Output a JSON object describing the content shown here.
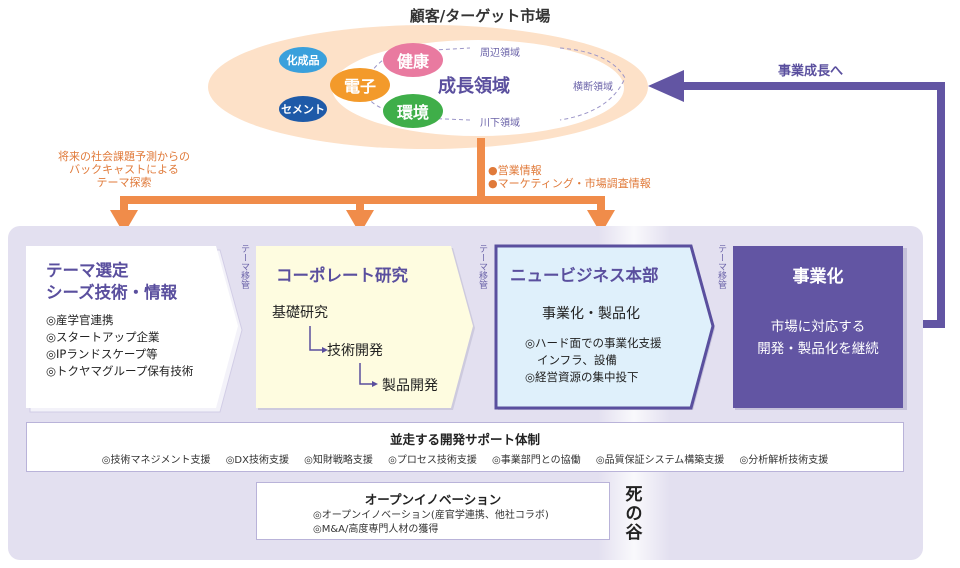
{
  "market": {
    "title": "顧客/ターゲット市場",
    "existing_businesses": [
      {
        "label": "化成品",
        "color": "#3aa0dc"
      },
      {
        "label": "セメント",
        "color": "#1e5aa8"
      }
    ],
    "growth_fields": [
      {
        "label": "健康",
        "color": "#e97aa0"
      },
      {
        "label": "電子",
        "color": "#f39a2b"
      },
      {
        "label": "環境",
        "color": "#3fae49"
      }
    ],
    "growth_area_label": "成長領域",
    "peripheral_label": "周辺領域",
    "cross_label": "横断領域",
    "downstream_label": "川下領域"
  },
  "flows": {
    "backcast_text": [
      "将来の社会課題予測からの",
      "バックキャストによる",
      "テーマ探索"
    ],
    "info_items": [
      "●営業情報",
      "●マーケティング・市場調査情報"
    ],
    "growth_return_label": "事業成長へ",
    "orange": "#f08c4a",
    "purple": "#6255a3"
  },
  "stages": [
    {
      "title_lines": [
        "テーマ選定",
        "シーズ技術・情報"
      ],
      "items": [
        "◎産学官連携",
        "◎スタートアップ企業",
        "◎IPランドスケープ等",
        "◎トクヤマグループ保有技術"
      ]
    },
    {
      "title": "コーポレート研究",
      "steps": [
        "基礎研究",
        "技術開発",
        "製品開発"
      ]
    },
    {
      "title": "ニュービジネス本部",
      "subtitle": "事業化・製品化",
      "items": [
        "◎ハード面での事業化支援",
        "インフラ、設備",
        "◎経営資源の集中投下"
      ]
    },
    {
      "title": "事業化",
      "body_lines": [
        "市場に対応する",
        "開発・製品化を継続"
      ]
    }
  ],
  "transfer_label": "テーマ移管",
  "support": {
    "title": "並走する開発サポート体制",
    "items": [
      "◎技術マネジメント支援",
      "◎DX技術支援",
      "◎知財戦略支援",
      "◎プロセス技術支援",
      "◎事業部門との協働",
      "◎品質保証システム構築支援",
      "◎分析解析技術支援"
    ]
  },
  "open_innovation": {
    "title": "オープンイノベーション",
    "items": [
      "◎オープンイノベーション(産官学連携、他社コラボ)",
      "◎M&A/高度専門人材の獲得"
    ]
  },
  "death_valley": [
    "死",
    "の",
    "谷"
  ]
}
